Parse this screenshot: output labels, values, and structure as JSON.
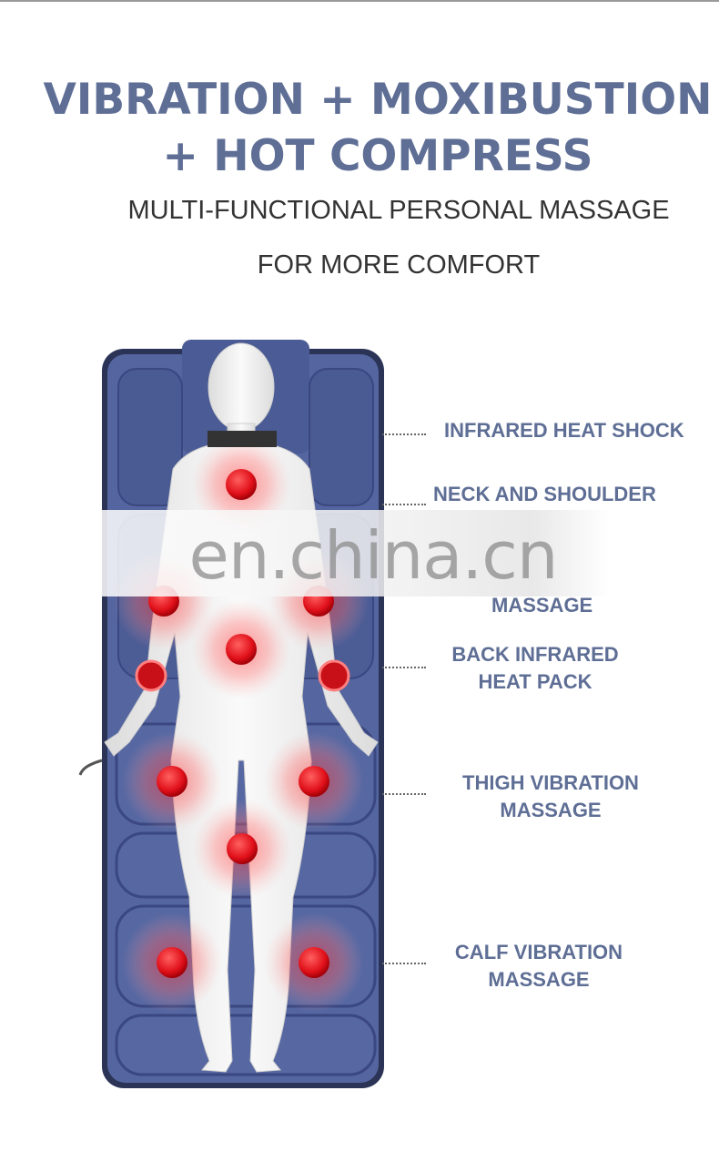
{
  "headline": {
    "line1": "VIBRATION + MOXIBUSTION",
    "line2": "+ HOT COMPRESS"
  },
  "subheadline": {
    "line1": "MULTI-FUNCTIONAL PERSONAL MASSAGE",
    "line2": "FOR MORE COMFORT"
  },
  "watermark": "en.china.cn",
  "labels": {
    "infrared_heat_shock": "INFRARED HEAT SHOCK",
    "neck_and_shoulder": "NECK AND SHOULDER",
    "massage": "MASSAGE",
    "back_infrared_line1": "BACK INFRARED",
    "back_infrared_line2": "HEAT PACK",
    "thigh_line1": "THIGH VIBRATION",
    "thigh_line2": "MASSAGE",
    "calf_line1": "CALF VIBRATION",
    "calf_line2": "MASSAGE"
  },
  "colors": {
    "title": "#5e6e95",
    "mat": "#4e5f97",
    "vibration_point": "#e0101a",
    "body": "#f2f2f2"
  }
}
